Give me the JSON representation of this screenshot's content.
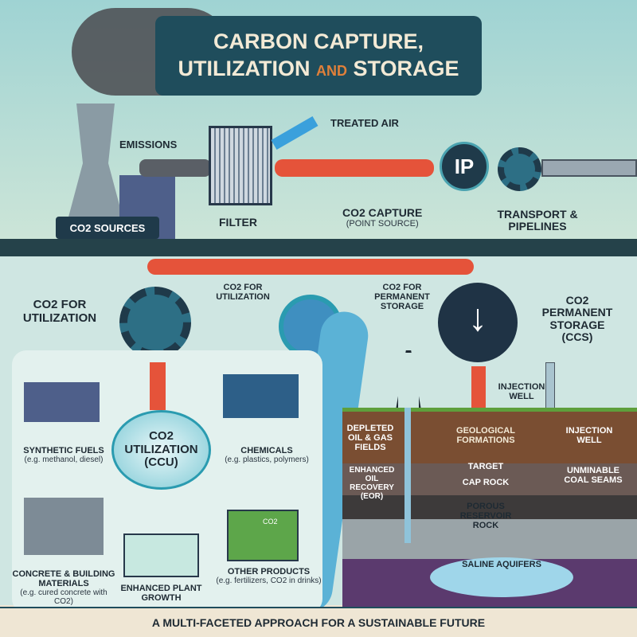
{
  "title": {
    "line1": "Carbon Capture,",
    "line2a": "Utilization",
    "and": "and",
    "line2b": "Storage"
  },
  "top": {
    "emissions": "Emissions",
    "treated_air": "Treated Air",
    "filter": "Filter",
    "sources": "CO2 Sources",
    "capture": "CO2 Capture",
    "capture_sub": "(Point Source)",
    "transport": "Transport & Pipelines",
    "ip_badge": "IP"
  },
  "flow": {
    "for_utilization": "CO2 for Utilization",
    "for_storage": "CO2 for Permanent Storage",
    "utilization_side": "CO2 for Utilization",
    "storage_side": "CO2 Permanent Storage (CCS)"
  },
  "ccu": {
    "center": "CO2 Utilization (CCU)",
    "items": [
      {
        "label": "Synthetic Fuels",
        "sub": "(e.g. methanol, diesel)"
      },
      {
        "label": "Chemicals",
        "sub": "(e.g. plastics, polymers)"
      },
      {
        "label": "Concrete & Building Materials",
        "sub": "(e.g. cured concrete with CO2)"
      },
      {
        "label": "Enhanced Plant Growth",
        "sub": ""
      },
      {
        "label": "Other Products",
        "sub": "(e.g. fertilizers, CO2 in drinks)"
      }
    ],
    "bottle_label": "CO2"
  },
  "ccs": {
    "injection_well_top": "Injection Well",
    "depleted": "Depleted Oil & Gas Fields",
    "eor": "Enhanced Oil Recovery (EOR)",
    "geological": "Geological Formations",
    "injection_well": "Injection Well",
    "target": "Target",
    "cap_rock": "Cap Rock",
    "coal": "Unminable Coal Seams",
    "porous": "Porous Reservoir Rock",
    "saline": "Saline Aquifers"
  },
  "footer": "A Multi-Faceted Approach for a Sustainable Future",
  "colors": {
    "accent": "#e5533a",
    "navy": "#1f4d5c",
    "teal": "#2a9bb0"
  }
}
